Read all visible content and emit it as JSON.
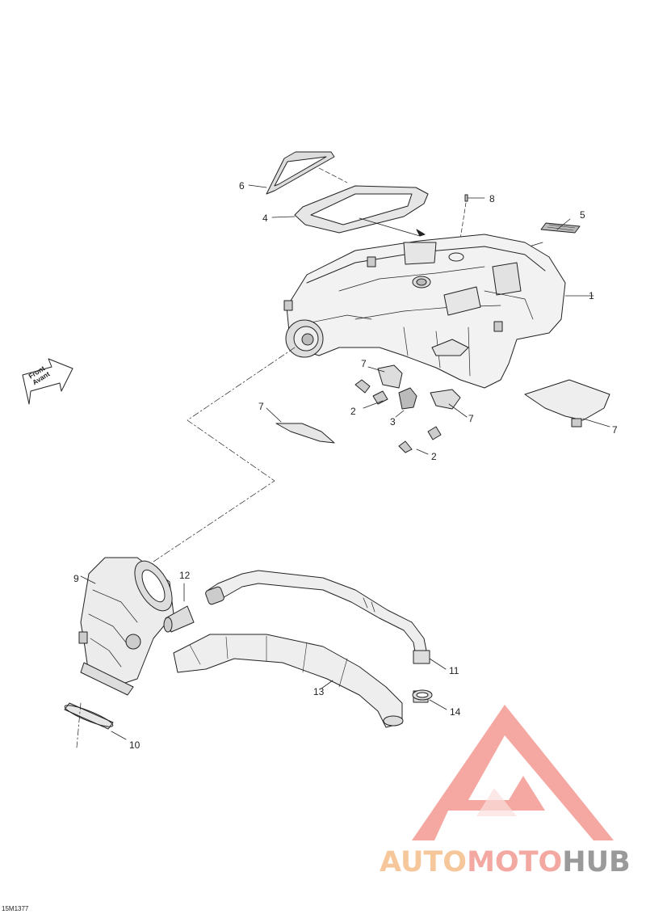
{
  "diagram": {
    "doc_code": "15M1377",
    "front_label_en": "Front",
    "front_label_fr": "Avant",
    "callouts": {
      "c1": "1",
      "c2a": "2",
      "c2b": "2",
      "c3": "3",
      "c4": "4",
      "c5": "5",
      "c6": "6",
      "c7a": "7",
      "c7b": "7",
      "c7c": "7",
      "c7d": "7",
      "c8": "8",
      "c9": "9",
      "c10": "10",
      "c11": "11",
      "c12": "12",
      "c13": "13",
      "c14": "14"
    }
  },
  "watermark": {
    "part1": "AUTO",
    "part2": "MOTO",
    "part3": "HUB",
    "colors": {
      "part1": "#f6c79a",
      "part2": "#f3a9a2",
      "part3": "#9a9a9a",
      "logo": "#f28b82"
    }
  }
}
